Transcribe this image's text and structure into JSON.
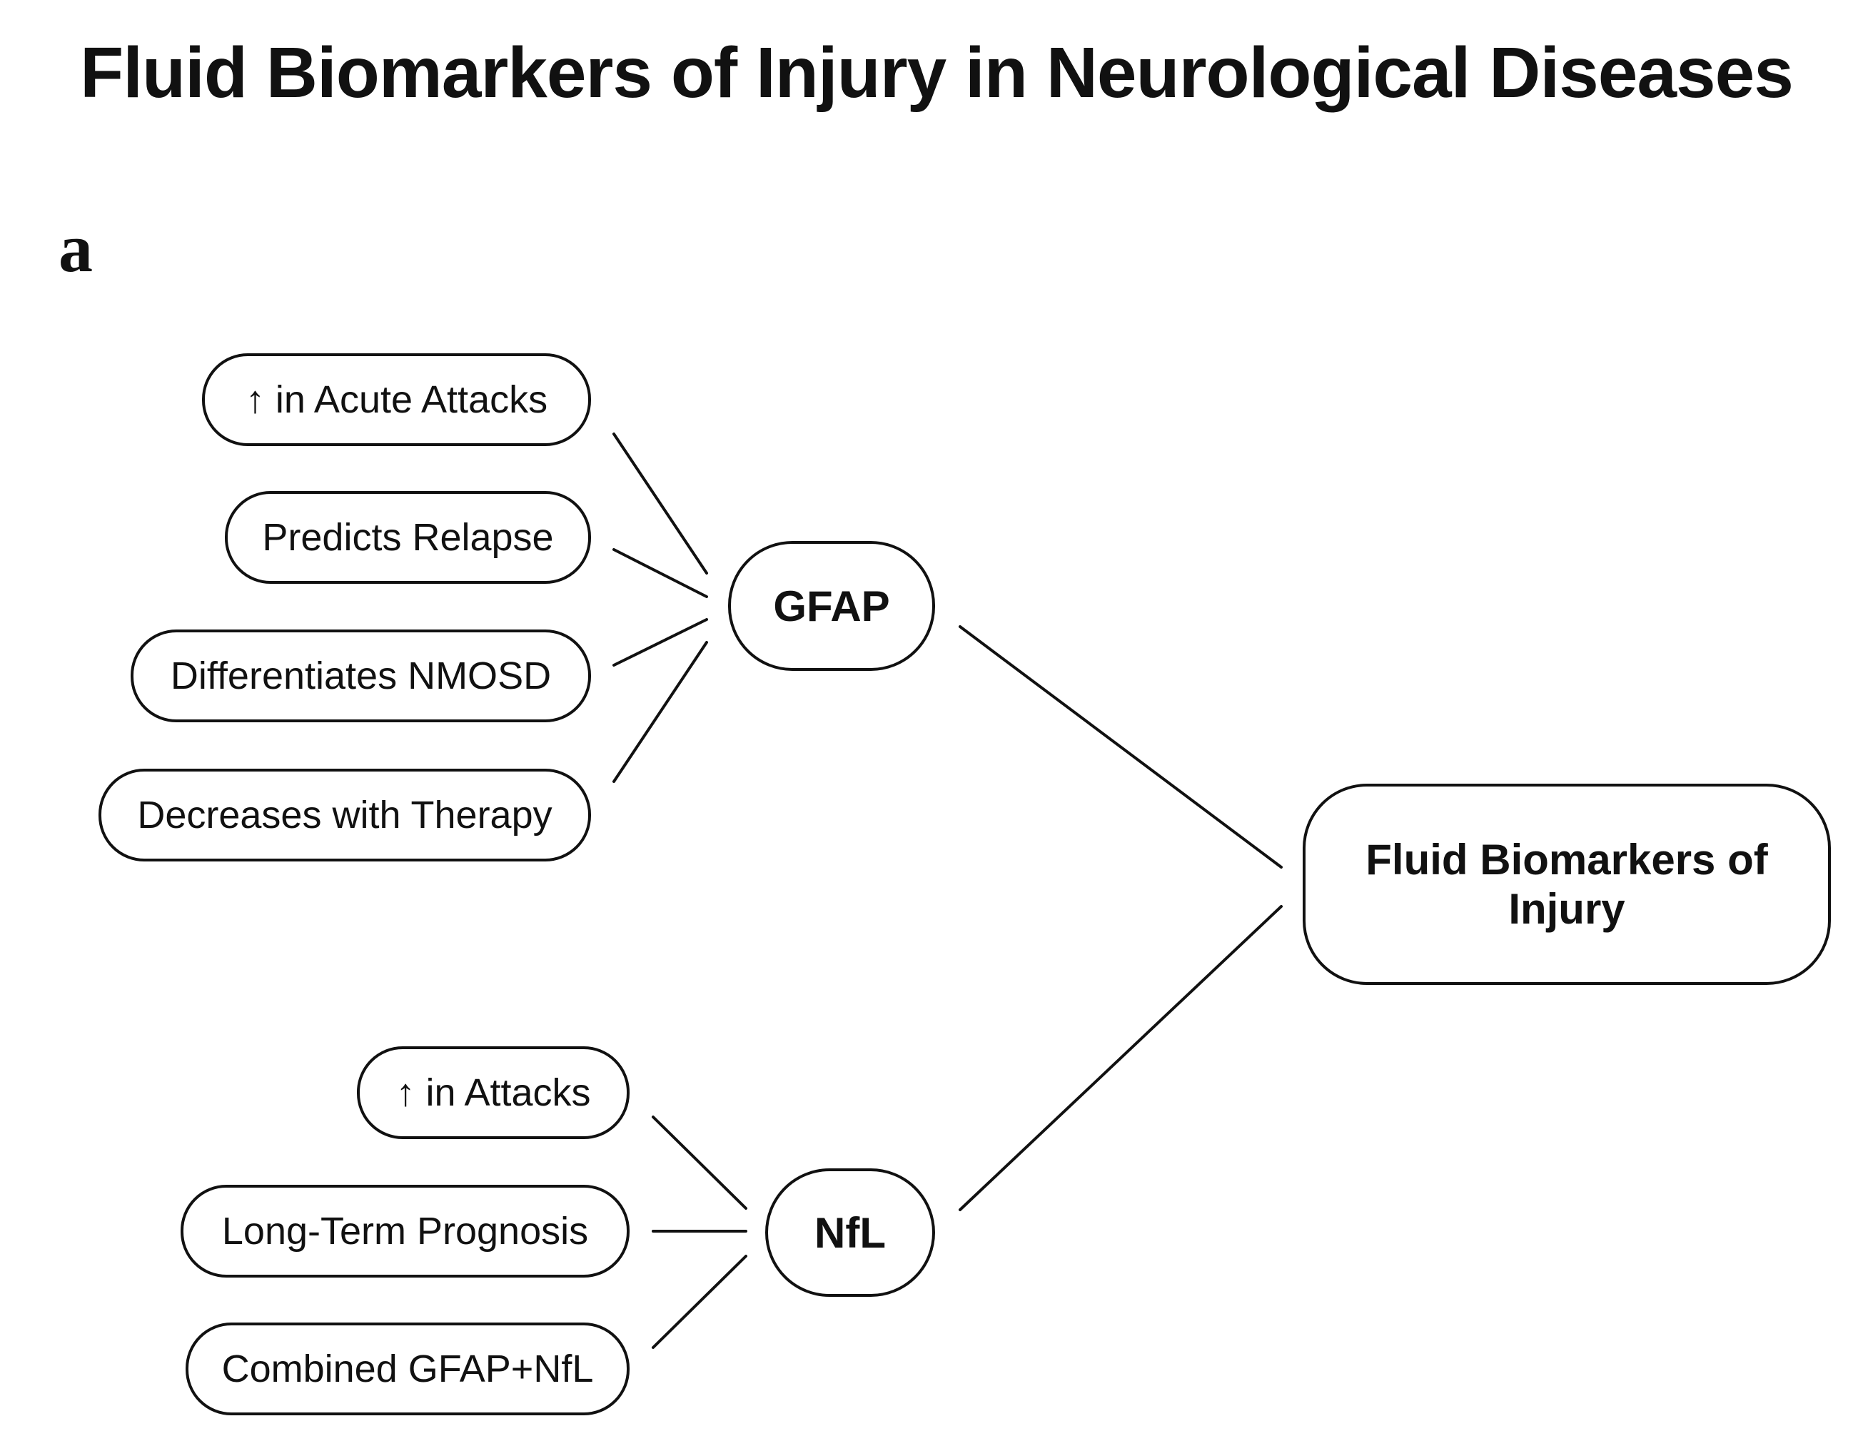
{
  "title": "Fluid Biomarkers of Injury in Neurological Diseases",
  "panel": "a",
  "root": {
    "label": "Fluid Biomarkers of Injury"
  },
  "hubs": [
    {
      "label": "GFAP",
      "leaves": [
        "↑ in Acute Attacks",
        "Predicts Relapse",
        "Differentiates NMOSD",
        "Decreases with Therapy"
      ]
    },
    {
      "label": "NfL",
      "leaves": [
        "↑ in Attacks",
        "Long-Term Prognosis",
        "Combined GFAP+NfL"
      ]
    }
  ],
  "colors": {
    "stroke": "#111111",
    "background": "#ffffff",
    "text": "#111111"
  }
}
